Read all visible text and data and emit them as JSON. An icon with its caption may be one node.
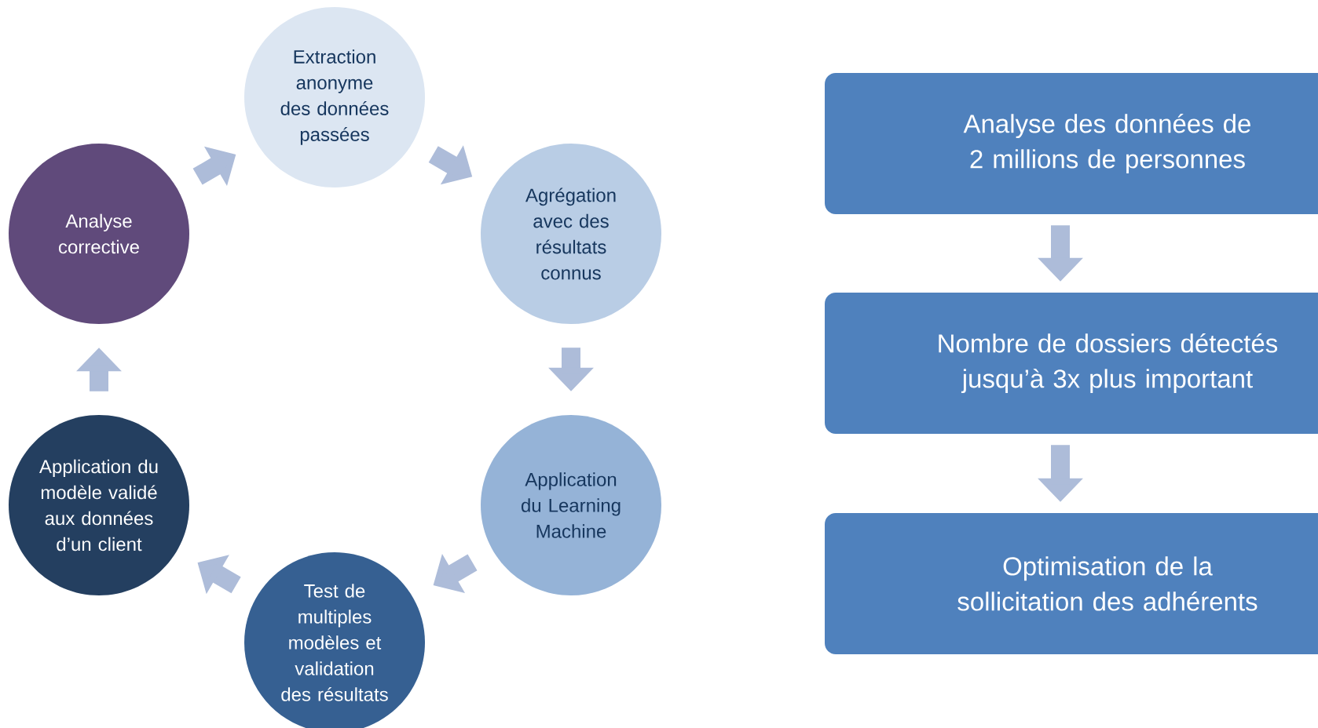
{
  "diagram": {
    "nodes": [
      {
        "text": [
          "Extraction anonyme des données passées"
        ]
      },
      {
        "text": [
          "Agrégation avec des résultats connus"
        ]
      },
      {
        "text": [
          "Application du Learning Machine"
        ]
      },
      {
        "text": [
          "Test de multiples modèles et validation des résultats"
        ]
      },
      {
        "text": [
          "Application du modèle validé aux données d’un client"
        ]
      },
      {
        "text": [
          "Analyse corrective"
        ]
      },
      {
        "text": [
          "Analyse des données de 2 millions de personnes"
        ]
      },
      {
        "text": [
          "Nombre de dossiers détectés jusqu’à 3x plus important"
        ]
      },
      {
        "text": [
          "Optimisation de la sollicitation des adhérents"
        ]
      }
    ],
    "edges": [
      {
        "from": 5,
        "to": 0,
        "arrow": "to"
      },
      {
        "from": 0,
        "to": 1,
        "arrow": "to"
      },
      {
        "from": 1,
        "to": 2,
        "arrow": "to"
      },
      {
        "from": 2,
        "to": 3,
        "arrow": "to"
      },
      {
        "from": 3,
        "to": 4,
        "arrow": "to"
      },
      {
        "from": 4,
        "to": 5,
        "arrow": "to"
      },
      {
        "from": 6,
        "to": 7,
        "arrow": "to"
      },
      {
        "from": 7,
        "to": 8,
        "arrow": "to"
      }
    ]
  }
}
